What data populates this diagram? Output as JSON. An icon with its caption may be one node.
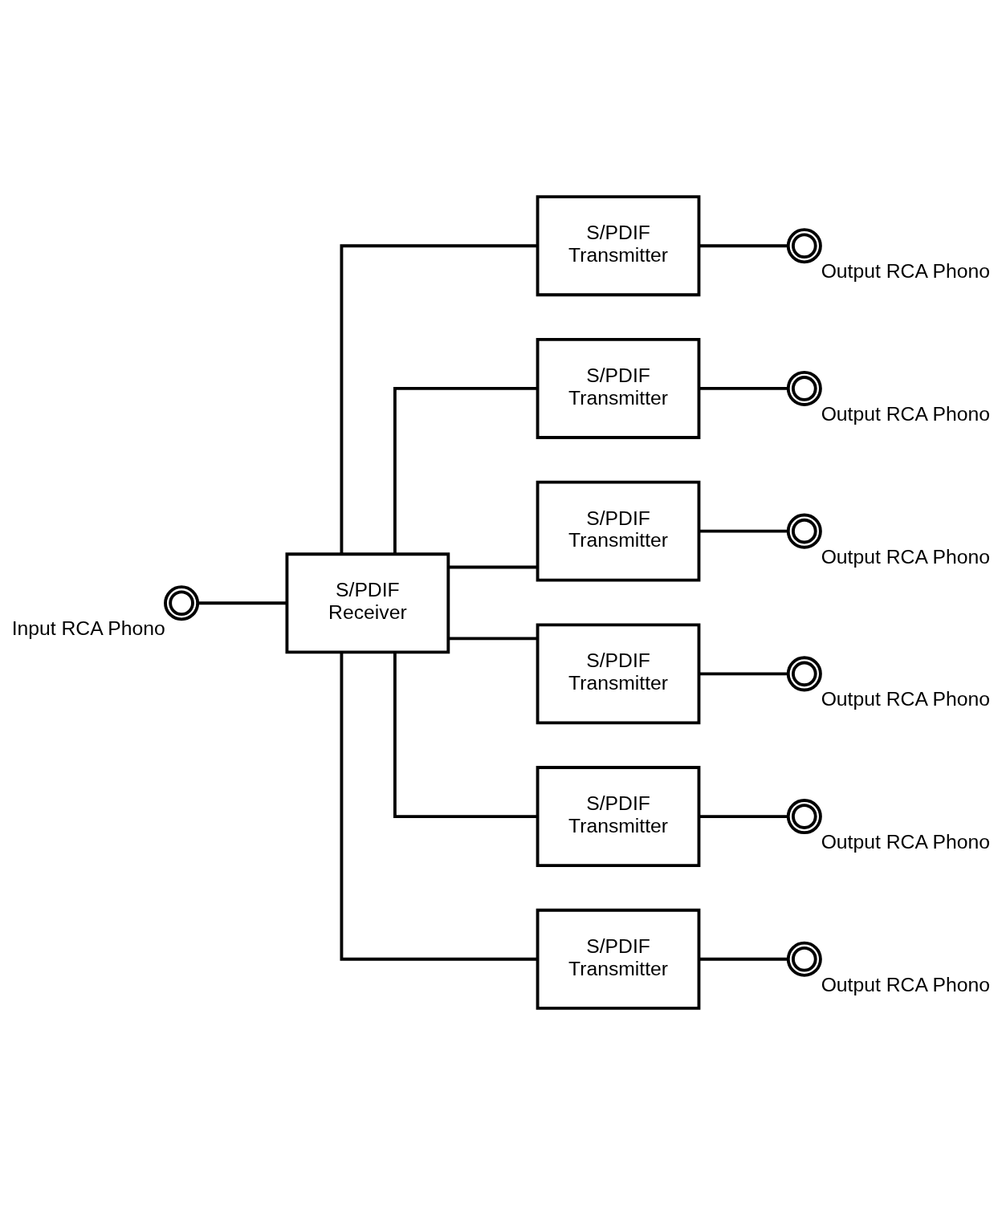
{
  "diagram": {
    "nodes": [
      {
        "text": [],
        "shape": "circle",
        "beside": [
          "Input RCA Phono"
        ]
      },
      {
        "text": [
          "S/PDIF Receiver"
        ]
      },
      {
        "text": [
          "S/PDIF Transmitter"
        ]
      },
      {
        "text": [
          "S/PDIF Transmitter"
        ]
      },
      {
        "text": [
          "S/PDIF Transmitter"
        ]
      },
      {
        "text": [
          "S/PDIF Transmitter"
        ]
      },
      {
        "text": [
          "S/PDIF Transmitter"
        ]
      },
      {
        "text": [
          "S/PDIF Transmitter"
        ]
      },
      {
        "text": [],
        "shape": "circle",
        "beside": [
          "Output RCA Phono"
        ]
      },
      {
        "text": [],
        "shape": "circle",
        "beside": [
          "Output RCA Phono"
        ]
      },
      {
        "text": [],
        "shape": "circle",
        "beside": [
          "Output RCA Phono"
        ]
      },
      {
        "text": [],
        "shape": "circle",
        "beside": [
          "Output RCA Phono"
        ]
      },
      {
        "text": [],
        "shape": "circle",
        "beside": [
          "Output RCA Phono"
        ]
      },
      {
        "text": [],
        "shape": "circle",
        "beside": [
          "Output RCA Phono"
        ]
      }
    ],
    "edges": [
      {
        "from": 0,
        "to": 1,
        "arrow": "none"
      },
      {
        "from": 1,
        "to": 2,
        "arrow": "none"
      },
      {
        "from": 1,
        "to": 3,
        "arrow": "none"
      },
      {
        "from": 1,
        "to": 4,
        "arrow": "none"
      },
      {
        "from": 1,
        "to": 5,
        "arrow": "none"
      },
      {
        "from": 1,
        "to": 6,
        "arrow": "none"
      },
      {
        "from": 1,
        "to": 7,
        "arrow": "none"
      },
      {
        "from": 2,
        "to": 8,
        "arrow": "none"
      },
      {
        "from": 3,
        "to": 9,
        "arrow": "none"
      },
      {
        "from": 4,
        "to": 10,
        "arrow": "none"
      },
      {
        "from": 5,
        "to": 11,
        "arrow": "none"
      },
      {
        "from": 6,
        "to": 12,
        "arrow": "none"
      },
      {
        "from": 7,
        "to": 13,
        "arrow": "none"
      }
    ]
  }
}
